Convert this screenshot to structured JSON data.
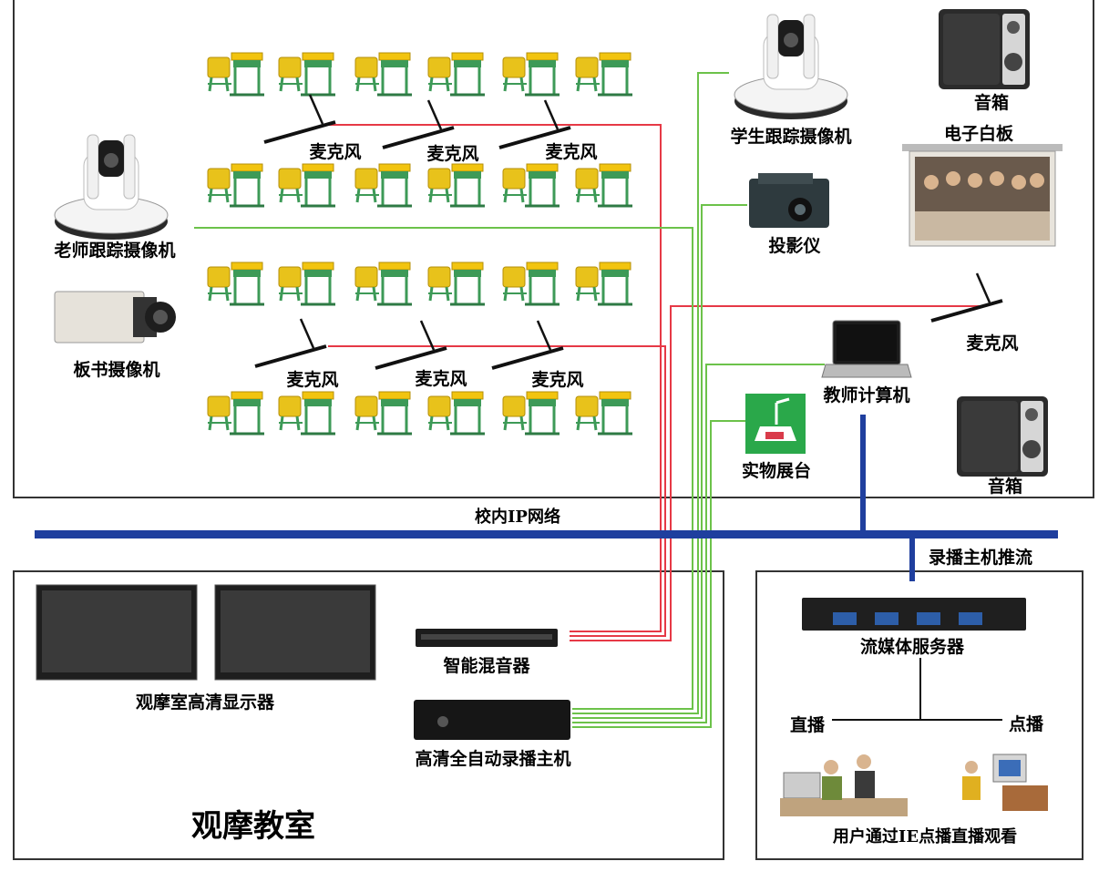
{
  "classroom": {
    "teacher_camera": "老师跟踪摄像机",
    "board_camera": "板书摄像机",
    "student_camera": "学生跟踪摄像机",
    "projector": "投影仪",
    "speaker_top": "音箱",
    "whiteboard": "电子白板",
    "microphone": "麦克风",
    "teacher_pc": "教师计算机",
    "document_camera": "实物展台",
    "speaker_bottom": "音箱"
  },
  "network": {
    "label": "校内IP网络",
    "stream_label": "录播主机推流"
  },
  "observation_room": {
    "title": "观摩教室",
    "displays": "观摩室高清显示器",
    "mixer": "智能混音器",
    "recorder": "高清全自动录播主机"
  },
  "server_room": {
    "server": "流媒体服务器",
    "live": "直播",
    "vod": "点播",
    "users": "用户通过IE点播直播观看"
  },
  "colors": {
    "network": "#1f3f9e",
    "audio": "#e63946",
    "video": "#6cc24a",
    "desk_top": "#f2c40f",
    "chair": "#e8c21b",
    "frame": "#3d9a57"
  }
}
